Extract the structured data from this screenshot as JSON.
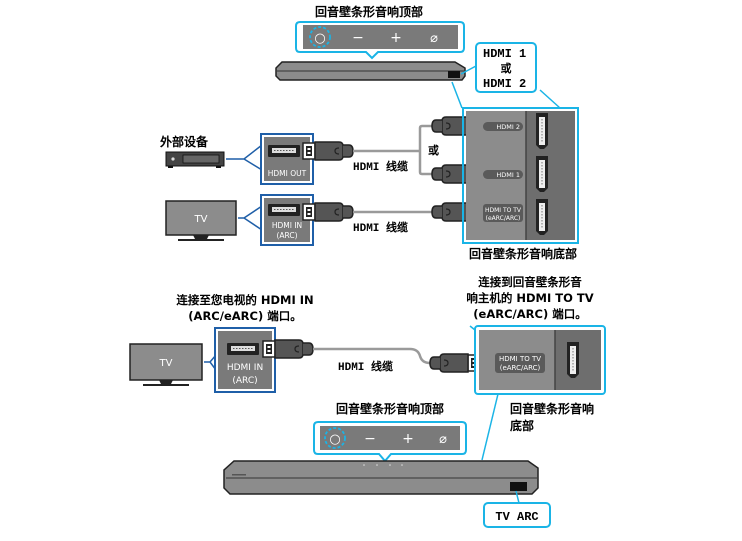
{
  "colors": {
    "callout_blue": "#1ab4e6",
    "dark_blue": "#1f5fa8",
    "panel_gray": "#7a7a7a",
    "device_gray": "#8c8c8c",
    "dark_gray": "#333333"
  },
  "top_diagram": {
    "soundbar_top_label": "回音壁条形音响顶部",
    "top_buttons": [
      "power-icon",
      "volume-down-icon",
      "volume-up-icon",
      "mic-off-icon"
    ],
    "top_button_glyphs": [
      "○",
      "−",
      "+",
      "⌀"
    ],
    "hdmi_callout": {
      "line1": "HDMI 1",
      "line2": "或",
      "line3": "HDMI 2"
    },
    "external_device_label": "外部设备",
    "external_port_label": "HDMI OUT",
    "tv_label": "TV",
    "tv_port_line1": "HDMI IN",
    "tv_port_line2": "(ARC)",
    "cable_label_1": "HDMI 线缆",
    "cable_label_2": "HDMI 线缆",
    "or_label": "或",
    "soundbar_ports": [
      {
        "label": "HDMI 2"
      },
      {
        "label": "HDMI 1"
      },
      {
        "label_line1": "HDMI TO TV",
        "label_line2": "(eARC/ARC)"
      }
    ],
    "soundbar_bottom_label": "回音壁条形音响底部"
  },
  "bottom_diagram": {
    "tv_instruction_line1": "连接至您电视的 HDMI IN",
    "tv_instruction_line2": "(ARC/eARC) 端口。",
    "sb_instruction_line1": "连接到回音壁条形音",
    "sb_instruction_line2": "响主机的 HDMI TO TV",
    "sb_instruction_line3": "(eARC/ARC) 端口。",
    "tv_label": "TV",
    "tv_port_line1": "HDMI IN",
    "tv_port_line2": "(ARC)",
    "cable_label": "HDMI 线缆",
    "sb_port_line1": "HDMI TO TV",
    "sb_port_line2": "(eARC/ARC)",
    "soundbar_top_label": "回音壁条形音响顶部",
    "top_button_glyphs": [
      "○",
      "−",
      "+",
      "⌀"
    ],
    "soundbar_bottom_label_line1": "回音壁条形音响",
    "soundbar_bottom_label_line2": "底部",
    "tv_arc_label": "TV ARC"
  }
}
